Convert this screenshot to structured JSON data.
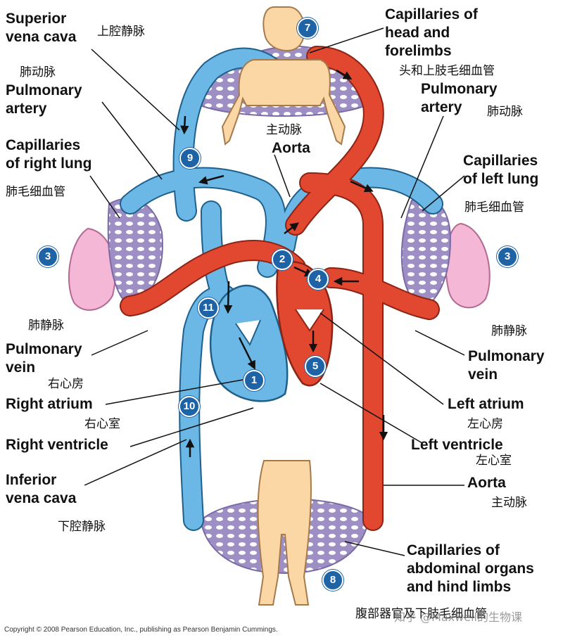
{
  "colors": {
    "blood_oxygen_poor": "#6bb8e6",
    "blood_oxygen_rich": "#e2472f",
    "body": "#fbd7a6",
    "lung": "#f4b8d6",
    "badge": "#1d63a6",
    "capillary": "#9d8fc4"
  },
  "labels": {
    "superior_vena_cava": "Superior\nvena cava",
    "superior_vena_cava_zh": "上腔静脉",
    "pulmonary_artery_left_zh": "肺动脉",
    "pulmonary_artery_left": "Pulmonary\nartery",
    "capillaries_right_lung": "Capillaries\nof right lung",
    "capillaries_right_lung_zh": "肺毛细血管",
    "pulmonary_vein_left_zh": "肺静脉",
    "pulmonary_vein_left": "Pulmonary\nvein",
    "right_atrium_zh": "右心房",
    "right_atrium": "Right atrium",
    "right_ventricle_zh": "右心室",
    "right_ventricle": "Right ventricle",
    "inferior_vena_cava": "Inferior\nvena cava",
    "inferior_vena_cava_zh": "下腔静脉",
    "capillaries_head": "Capillaries of\nhead and\nforelimbs",
    "capillaries_head_zh": "头和上肢毛细血管",
    "pulmonary_artery_right": "Pulmonary\nartery",
    "pulmonary_artery_right_zh": "肺动脉",
    "aorta_top_zh": "主动脉",
    "aorta_top": "Aorta",
    "capillaries_left_lung": "Capillaries\nof left lung",
    "capillaries_left_lung_zh": "肺毛细血管",
    "pulmonary_vein_right_zh": "肺静脉",
    "pulmonary_vein_right": "Pulmonary\nvein",
    "left_atrium": "Left atrium",
    "left_atrium_zh": "左心房",
    "left_ventricle": "Left ventricle",
    "left_ventricle_zh": "左心室",
    "aorta_bottom": "Aorta",
    "aorta_bottom_zh": "主动脉",
    "capillaries_abdominal": "Capillaries of\nabdominal organs\nand hind limbs",
    "capillaries_abdominal_zh": "腹部器官及下肢毛细血管"
  },
  "steps": {
    "s1": "1",
    "s2": "2",
    "s3a": "3",
    "s3b": "3",
    "s4": "4",
    "s5": "5",
    "s7": "7",
    "s8": "8",
    "s9": "9",
    "s10": "10",
    "s11": "11"
  },
  "copyright": "Copyright © 2008 Pearson Education, Inc., publishing as Pearson Benjamin Cummings.",
  "watermark": "知乎 @Maxwell的生物课"
}
